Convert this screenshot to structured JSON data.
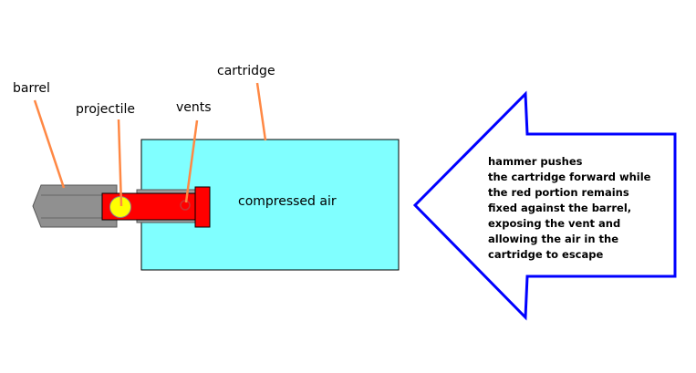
{
  "labels": {
    "barrel": "barrel",
    "projectile": "projectile",
    "vents": "vents",
    "cartridge": "cartridge",
    "compressed_air": "compressed air"
  },
  "note_lines": [
    "hammer pushes",
    "the cartridge forward while",
    "the red portion remains",
    "fixed against the barrel,",
    "exposing the vent and",
    "allowing the air in the",
    "cartridge to escape"
  ],
  "colors": {
    "cartridge_fill": "#80ffff",
    "red_part": "#ff0000",
    "projectile": "#ffff00",
    "barrel": "#909090",
    "leader_line": "#ff8844",
    "arrow": "#0000ff"
  }
}
